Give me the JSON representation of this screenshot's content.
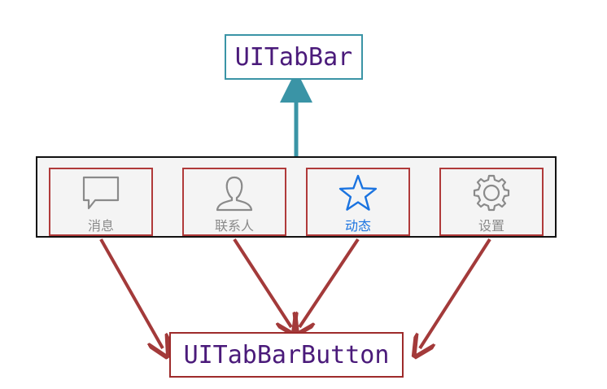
{
  "tabbar_label": "UITabBar",
  "button_label": "UITabBarButton",
  "tabs": [
    {
      "label": "消息",
      "icon": "chat-bubble-icon",
      "active": false
    },
    {
      "label": "联系人",
      "icon": "contact-person-icon",
      "active": false
    },
    {
      "label": "动态",
      "icon": "star-icon",
      "active": true
    },
    {
      "label": "设置",
      "icon": "gear-icon",
      "active": false
    }
  ],
  "colors": {
    "tabbar_arrow": "#3a94a6",
    "button_arrow": "#a33a3a",
    "active_tab": "#1a73e0",
    "inactive_tab": "#8a8a8a"
  }
}
